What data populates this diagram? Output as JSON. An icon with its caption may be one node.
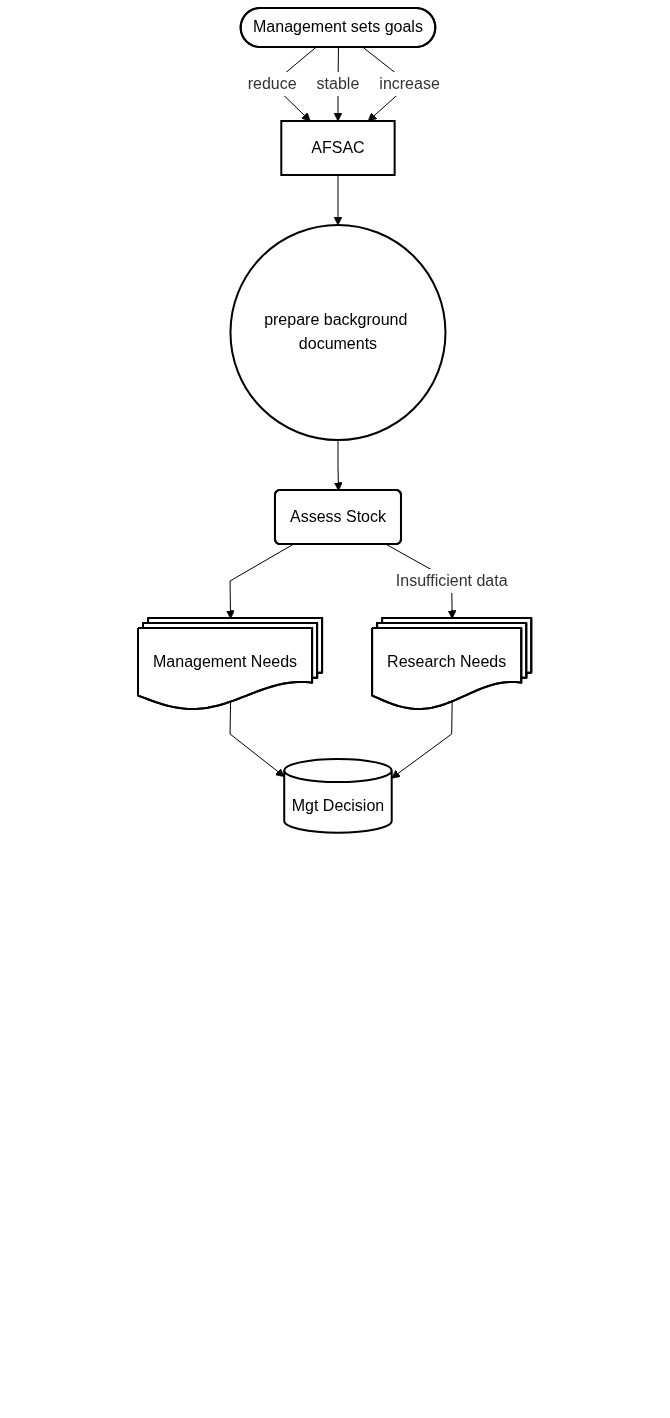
{
  "diagram": {
    "nodes": [
      {
        "text": [
          "Management sets goals"
        ]
      },
      {
        "text": [
          "AFSAC"
        ]
      },
      {
        "text": [
          "prepare background documents"
        ]
      },
      {
        "text": [
          "Assess Stock"
        ]
      },
      {
        "text": [
          "Research Needs"
        ]
      },
      {
        "text": [
          "Management Needs"
        ]
      },
      {
        "text": [
          "Mgt Decision"
        ]
      }
    ],
    "edges": [
      {
        "from": 0,
        "to": 1,
        "arrow": "to",
        "label": "reduce"
      },
      {
        "from": 0,
        "to": 1,
        "arrow": "to",
        "label": "stable"
      },
      {
        "from": 0,
        "to": 1,
        "arrow": "to",
        "label": "increase"
      },
      {
        "from": 1,
        "to": 2,
        "arrow": "to"
      },
      {
        "from": 2,
        "to": 3,
        "arrow": "to"
      },
      {
        "from": 3,
        "to": 4,
        "arrow": "to",
        "label": "Insufficient data"
      },
      {
        "from": 3,
        "to": 5,
        "arrow": "to"
      },
      {
        "from": 5,
        "to": 6,
        "arrow": "to"
      },
      {
        "from": 4,
        "to": 6,
        "arrow": "to"
      }
    ]
  }
}
